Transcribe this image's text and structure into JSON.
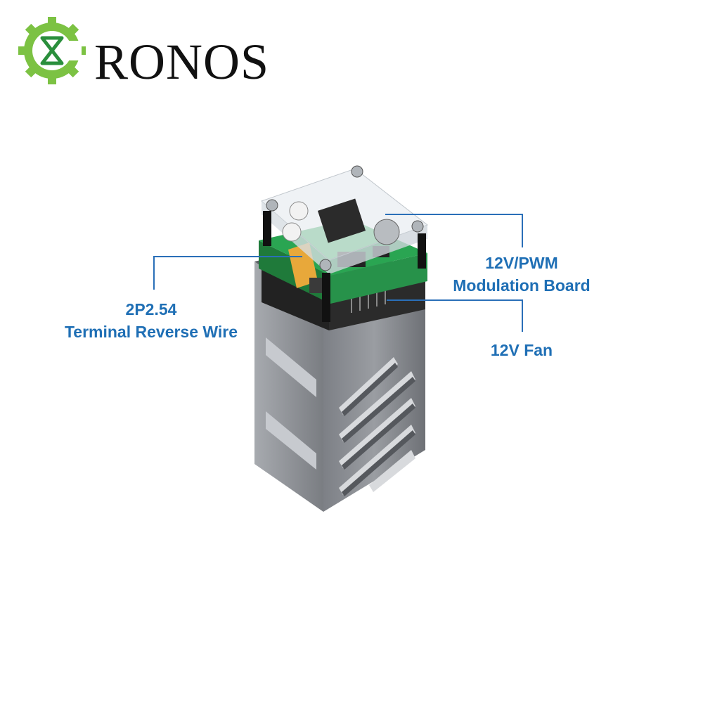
{
  "brand": {
    "logo_name": "RONOS",
    "logo_colors": {
      "gear": "#7cc243",
      "mark": "#2a8f3c"
    }
  },
  "callouts": {
    "modulation_board": {
      "line1": "12V/PWM",
      "line2": "Modulation Board"
    },
    "terminal": {
      "line1": "2P2.54",
      "line2": "Terminal Reverse Wire"
    },
    "fan": {
      "line1": "12V Fan"
    }
  },
  "colors": {
    "label": "#1f6fb5",
    "line": "#2a6fb8",
    "heatsink": "#8a8d92"
  }
}
